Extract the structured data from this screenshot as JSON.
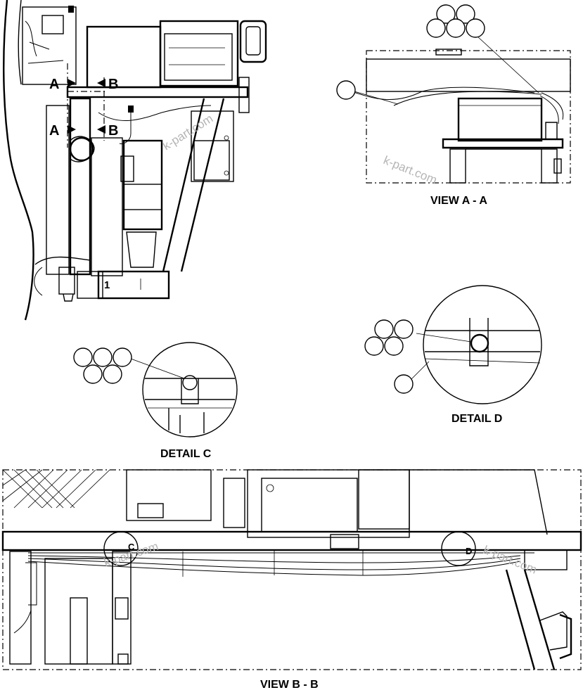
{
  "captions": {
    "view_aa": "VIEW A - A",
    "detail_c": "DETAIL C",
    "detail_d": "DETAIL D",
    "view_bb": "VIEW B - B"
  },
  "section_marks": {
    "a_upper": "A",
    "b_upper": "B",
    "a_lower": "A",
    "b_lower": "B",
    "c_ref": "C",
    "d_ref": "D"
  },
  "part_numbers": {
    "item_1": "1"
  },
  "watermarks": {
    "main": "k-part.com",
    "view_aa": "k-part.com",
    "bb_left": "k-part.com",
    "bb_right": "k-part.com"
  }
}
